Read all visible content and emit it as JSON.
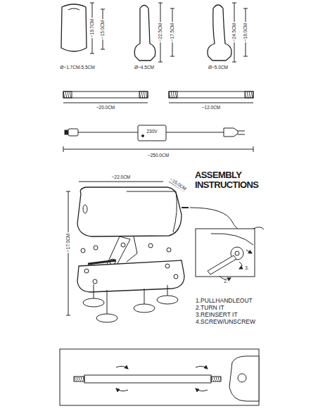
{
  "diagram": {
    "title": "ASSEMBLY INSTRUCTIONS",
    "labels": [
      "~19.7CM",
      "~15.0CM",
      "Ø~1.7CM-5.5CM",
      "~22.5CM",
      "~17.5CM",
      "Ø~4.5CM",
      "~24.5CM",
      "~18.0CM",
      "Ø~5.0CM",
      "~20.0CM",
      "~12.0CM",
      "230V",
      "~250.0CM",
      "~22.0CM",
      "~15.0CM",
      "~17.0CM",
      "3.",
      "2.",
      "1.PULLHANDLEOUT",
      "2.TURN IT",
      "3.REINSERT IT",
      "4.SCREW/UNSCREW"
    ]
  }
}
